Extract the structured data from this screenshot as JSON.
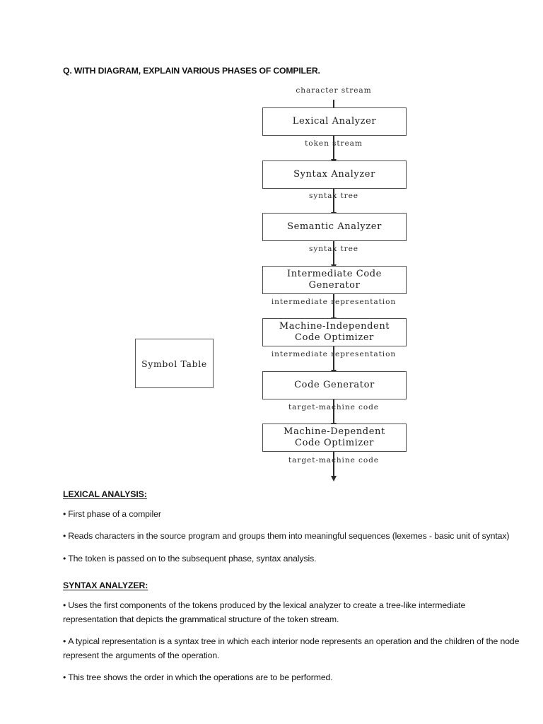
{
  "document": {
    "title": "Q. WITH DIAGRAM, EXPLAIN VARIOUS PHASES OF COMPILER."
  },
  "diagram": {
    "symbol_table_label": "Symbol Table",
    "boxes": [
      {
        "label": "Lexical Analyzer",
        "line1": "Lexical Analyzer",
        "line2": ""
      },
      {
        "label": "Syntax Analyzer",
        "line1": "Syntax Analyzer",
        "line2": ""
      },
      {
        "label": "Semantic Analyzer",
        "line1": "Semantic Analyzer",
        "line2": ""
      },
      {
        "label": "Intermediate Code Generator",
        "line1": "Intermediate Code Generator",
        "line2": ""
      },
      {
        "label": "Machine-Independent Code Optimizer",
        "line1": "Machine-Independent",
        "line2": "Code Optimizer"
      },
      {
        "label": "Code Generator",
        "line1": "Code Generator",
        "line2": ""
      },
      {
        "label": "Machine-Dependent Code Optimizer",
        "line1": "Machine-Dependent",
        "line2": "Code Optimizer"
      }
    ],
    "edge_labels": [
      "character stream",
      "token stream",
      "syntax tree",
      "syntax tree",
      "intermediate representation",
      "intermediate representation",
      "target-machine code",
      "target-machine code"
    ]
  },
  "sections": [
    {
      "heading": "LEXICAL ANALYSIS:",
      "bullets": [
        "First phase of a compiler",
        "Reads characters in the source program and groups them into meaningful sequences (lexemes - basic unit of syntax)",
        "The token is passed on to the subsequent phase, syntax analysis."
      ]
    },
    {
      "heading": "SYNTAX ANALYZER:",
      "bullets": [
        "Uses the first components of the tokens produced by the lexical analyzer to create a tree-like intermediate representation that depicts the grammatical structure of the token stream.",
        "A typical representation is a syntax tree in which each interior node represents an operation and the children of the node represent the arguments of the operation.",
        "This tree shows the order in which the operations are to be performed."
      ]
    }
  ],
  "colors": {
    "page_background": "#ffffff",
    "text": "#161616",
    "box_border": "#4d4d4d",
    "arrow": "#2b2b2b"
  }
}
